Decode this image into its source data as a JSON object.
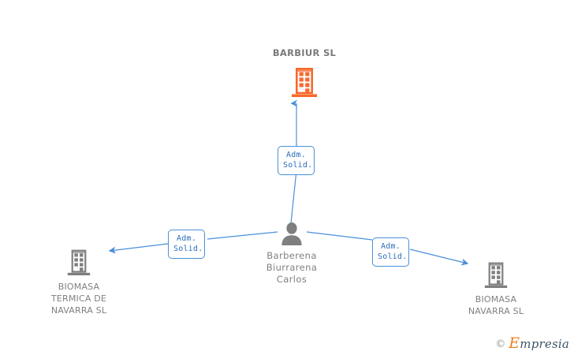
{
  "diagram": {
    "type": "org-relationship-graph",
    "colors": {
      "company_root": "#f8682b",
      "company_other": "#7f7f7f",
      "person": "#7f7f7f",
      "edge": "#4a90d9",
      "edge_label_text": "#2a6dba",
      "edge_label_border": "#4a90d9",
      "label_text": "#808080",
      "background": "#ffffff"
    },
    "nodes": [
      {
        "id": "barbiur",
        "kind": "company",
        "icon": "building-icon",
        "label": "BARBIUR SL",
        "label_position": "above",
        "highlight": true
      },
      {
        "id": "person",
        "kind": "person",
        "icon": "person-icon",
        "label": "Barberena\nBiurrarena\nCarlos",
        "label_position": "below",
        "highlight": false
      },
      {
        "id": "biomasa-termica",
        "kind": "company",
        "icon": "building-icon",
        "label": "BIOMASA\nTERMICA DE\nNAVARRA SL",
        "label_position": "below",
        "highlight": false
      },
      {
        "id": "biomasa-navarra",
        "kind": "company",
        "icon": "building-icon",
        "label": "BIOMASA\nNAVARRA SL",
        "label_position": "below",
        "highlight": false
      }
    ],
    "edges": [
      {
        "id": "edge-person-to-barbiur",
        "from": "person",
        "to": "barbiur",
        "label": "Adm.\nSolid.",
        "direction": "up"
      },
      {
        "id": "edge-person-to-biomasa-termica",
        "from": "person",
        "to": "biomasa-termica",
        "label": "Adm.\nSolid.",
        "direction": "left"
      },
      {
        "id": "edge-person-to-biomasa-navarra",
        "from": "person",
        "to": "biomasa-navarra",
        "label": "Adm.\nSolid.",
        "direction": "right"
      }
    ]
  },
  "watermark": {
    "copyright": "©",
    "brand_initial": "E",
    "brand_rest": "mpresia"
  }
}
